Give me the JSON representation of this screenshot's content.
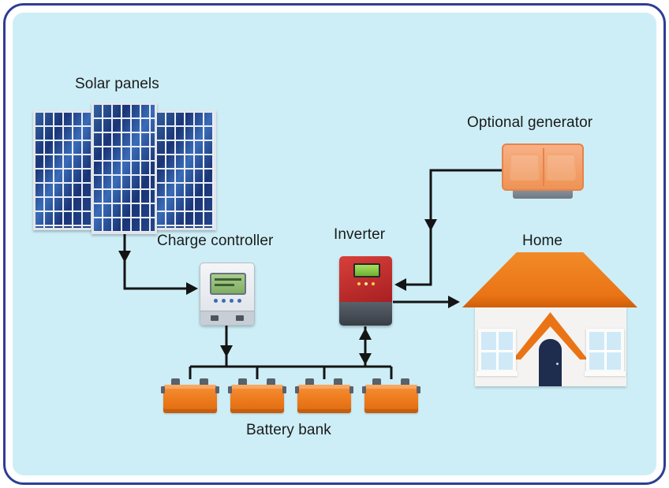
{
  "labels": {
    "solar_panels": "Solar panels",
    "optional_generator": "Optional generator",
    "charge_controller": "Charge controller",
    "inverter": "Inverter",
    "home": "Home",
    "battery_bank": "Battery bank"
  },
  "connections": [
    {
      "from": "solar_panels",
      "to": "charge_controller",
      "direction": "one-way"
    },
    {
      "from": "charge_controller",
      "to": "battery_bank",
      "direction": "one-way"
    },
    {
      "from": "battery_bank",
      "to": "inverter",
      "direction": "two-way"
    },
    {
      "from": "inverter",
      "to": "home",
      "direction": "one-way"
    },
    {
      "from": "optional_generator",
      "to": "inverter",
      "direction": "one-way"
    }
  ],
  "counts": {
    "solar_panels": 3,
    "batteries": 4
  },
  "colors": {
    "canvas_background": "#cdeef7",
    "frame_border": "#2d3e93",
    "arrow": "#141414",
    "solar_panel_blue": "#1a3576",
    "controller_gray": "#e6e9ed",
    "inverter_red": "#c0272d",
    "generator_orange": "#ef9355",
    "roof_orange": "#ea7415",
    "house_wall": "#f4f3f1",
    "door_navy": "#1e2c4e",
    "window_blue": "#cfe9f7",
    "battery_orange": "#ee7d1f",
    "screen_green": "#7fae60"
  }
}
